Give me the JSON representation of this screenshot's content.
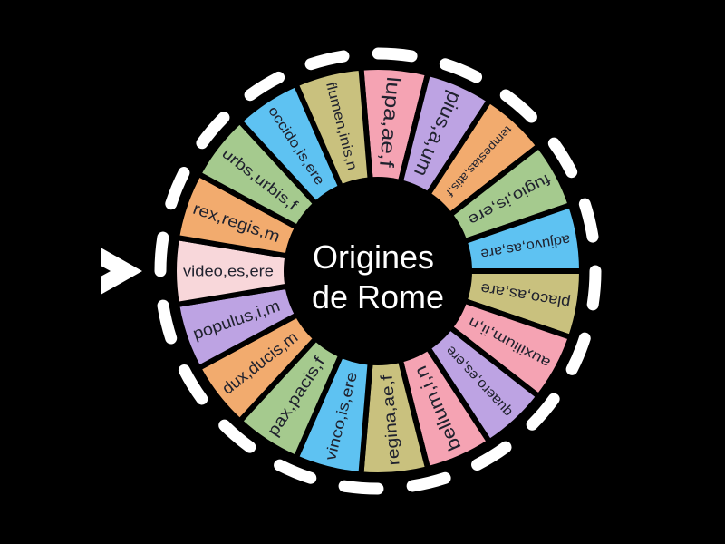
{
  "background_color": "#000000",
  "wheel": {
    "title": {
      "line1": "Origines",
      "line2": "de Rome"
    },
    "title_color": "#ffffff",
    "hub_color": "#000000",
    "dash_color": "#ffffff",
    "label_color": "#20222e",
    "pointer_color": "#ffffff",
    "selected_segment": "video,es,ere",
    "segments": [
      {
        "label": "lupa,ae,f",
        "color": "#f5a3b3"
      },
      {
        "label": "pius,a,um",
        "color": "#bda3e3"
      },
      {
        "label": "tempestas,atis,f",
        "color": "#f2ab6e"
      },
      {
        "label": "fugio,is,ere",
        "color": "#a5ca8e"
      },
      {
        "label": "adjuvo,as,are",
        "color": "#5ec2f2"
      },
      {
        "label": "placo,as,are",
        "color": "#c9c17e"
      },
      {
        "label": "auxilium,ii,n",
        "color": "#f5a3b3"
      },
      {
        "label": "quaero,es,ere",
        "color": "#bda3e3"
      },
      {
        "label": "bellum,i,n",
        "color": "#f5a3b3"
      },
      {
        "label": "regina,ae,f",
        "color": "#c9c17e"
      },
      {
        "label": "vinco,is,ere",
        "color": "#5ec2f2"
      },
      {
        "label": "pax,pacis,f",
        "color": "#a5ca8e"
      },
      {
        "label": "dux,ducis,m",
        "color": "#f2ab6e"
      },
      {
        "label": "populus,i,m",
        "color": "#bda3e3"
      },
      {
        "label": "video,es,ere",
        "color": "#f8d7da",
        "highlighted": true
      },
      {
        "label": "rex,regis,m",
        "color": "#f2ab6e"
      },
      {
        "label": "urbs,urbis,f",
        "color": "#a5ca8e"
      },
      {
        "label": "occido,is,ere",
        "color": "#5ec2f2"
      },
      {
        "label": "flumen,inis,n",
        "color": "#c9c17e"
      }
    ]
  }
}
